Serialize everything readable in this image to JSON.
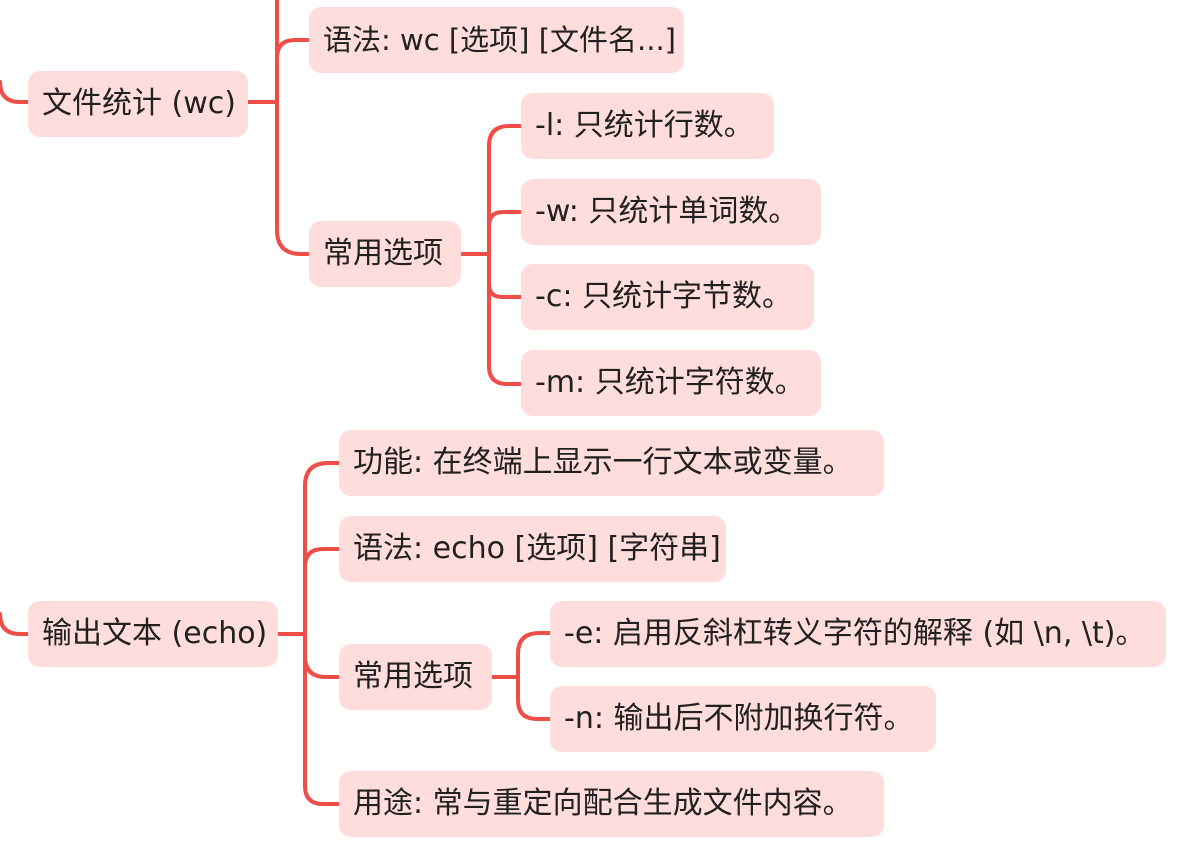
{
  "colors": {
    "node_fill": "#fedddc",
    "connector": "#ef4d47",
    "text": "#212121",
    "background": "#ffffff"
  },
  "wc": {
    "label": "文件统计 (wc)",
    "syntax": "语法: wc [选项] [文件名...]",
    "options_label": "常用选项",
    "options": [
      "-l: 只统计行数。",
      "-w: 只统计单词数。",
      "-c: 只统计字节数。",
      "-m: 只统计字符数。"
    ]
  },
  "echo": {
    "label": "输出文本 (echo)",
    "function": "功能: 在终端上显示一行文本或变量。",
    "syntax": "语法: echo [选项] [字符串]",
    "options_label": "常用选项",
    "options": [
      "-e: 启用反斜杠转义字符的解释 (如 \\n, \\t)。",
      "-n: 输出后不附加换行符。"
    ],
    "usage": "用途: 常与重定向配合生成文件内容。"
  }
}
